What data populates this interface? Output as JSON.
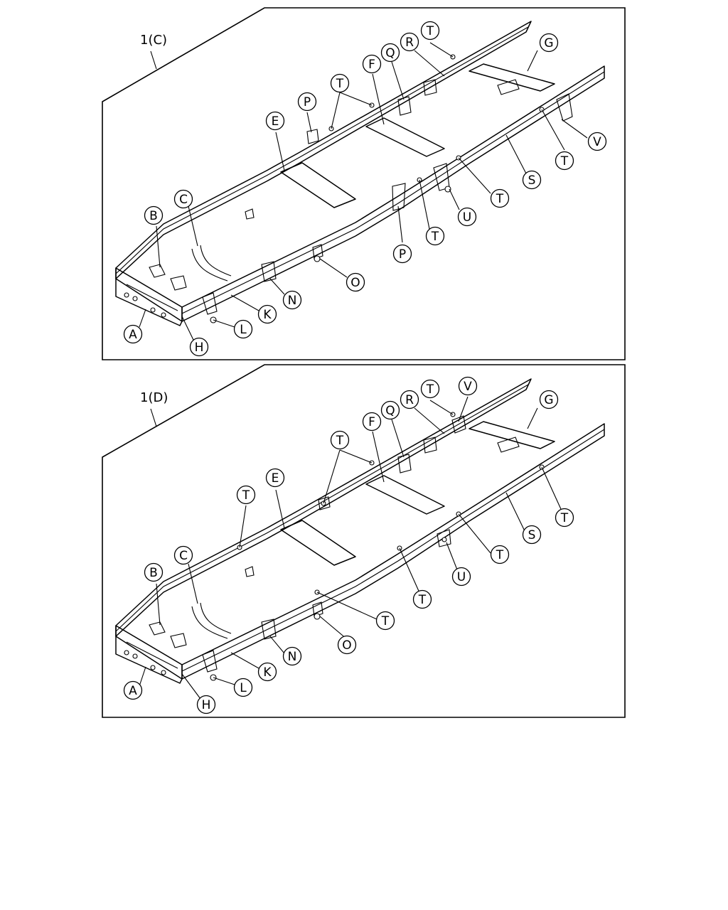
{
  "panels": [
    {
      "variant": "1(C)",
      "callouts": [
        {
          "letter": "T"
        },
        {
          "letter": "G"
        },
        {
          "letter": "R"
        },
        {
          "letter": "Q"
        },
        {
          "letter": "F"
        },
        {
          "letter": "T"
        },
        {
          "letter": "P"
        },
        {
          "letter": "E"
        },
        {
          "letter": "V"
        },
        {
          "letter": "T"
        },
        {
          "letter": "S"
        },
        {
          "letter": "T"
        },
        {
          "letter": "U"
        },
        {
          "letter": "T"
        },
        {
          "letter": "C"
        },
        {
          "letter": "B"
        },
        {
          "letter": "P"
        },
        {
          "letter": "O"
        },
        {
          "letter": "N"
        },
        {
          "letter": "K"
        },
        {
          "letter": "L"
        },
        {
          "letter": "H"
        },
        {
          "letter": "A"
        }
      ]
    },
    {
      "variant": "1(D)",
      "callouts": [
        {
          "letter": "T"
        },
        {
          "letter": "V"
        },
        {
          "letter": "G"
        },
        {
          "letter": "R"
        },
        {
          "letter": "Q"
        },
        {
          "letter": "F"
        },
        {
          "letter": "T"
        },
        {
          "letter": "E"
        },
        {
          "letter": "T"
        },
        {
          "letter": "T"
        },
        {
          "letter": "S"
        },
        {
          "letter": "T"
        },
        {
          "letter": "U"
        },
        {
          "letter": "T"
        },
        {
          "letter": "C"
        },
        {
          "letter": "B"
        },
        {
          "letter": "T"
        },
        {
          "letter": "O"
        },
        {
          "letter": "N"
        },
        {
          "letter": "K"
        },
        {
          "letter": "L"
        },
        {
          "letter": "H"
        },
        {
          "letter": "A"
        }
      ]
    }
  ]
}
